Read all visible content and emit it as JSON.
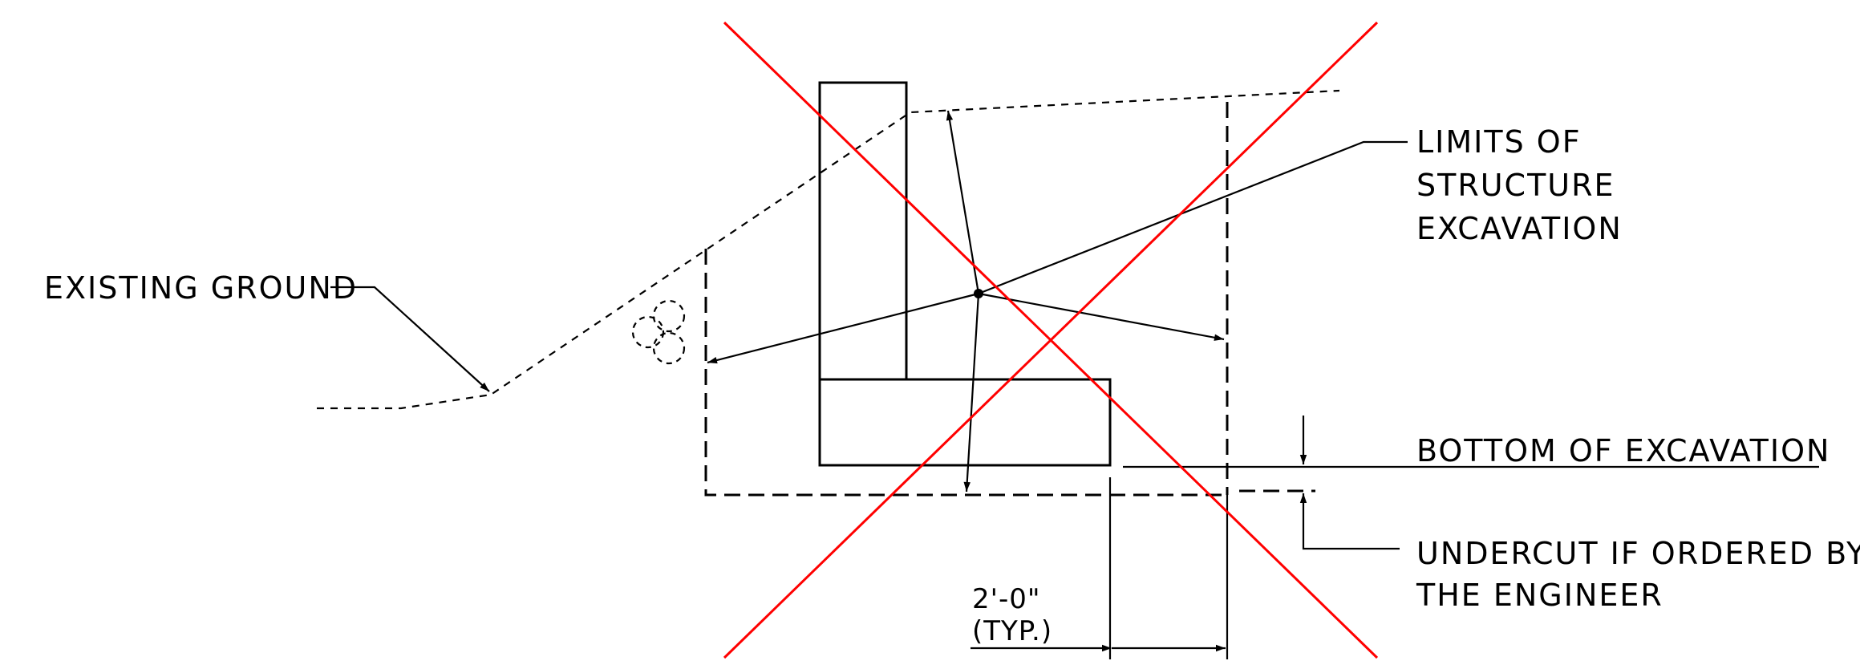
{
  "labels": {
    "existing_ground": "EXISTING GROUND",
    "limits_line1": "LIMITS OF",
    "limits_line2": "STRUCTURE",
    "limits_line3": "EXCAVATION",
    "bottom_of_excavation": "BOTTOM OF EXCAVATION",
    "undercut_line1": "UNDERCUT IF ORDERED BY",
    "undercut_line2": "THE ENGINEER",
    "dimension_value": "2'-0\"",
    "dimension_note": "(TYP.)"
  },
  "colors": {
    "cross_out": "#ff0000",
    "ink": "#000000"
  }
}
